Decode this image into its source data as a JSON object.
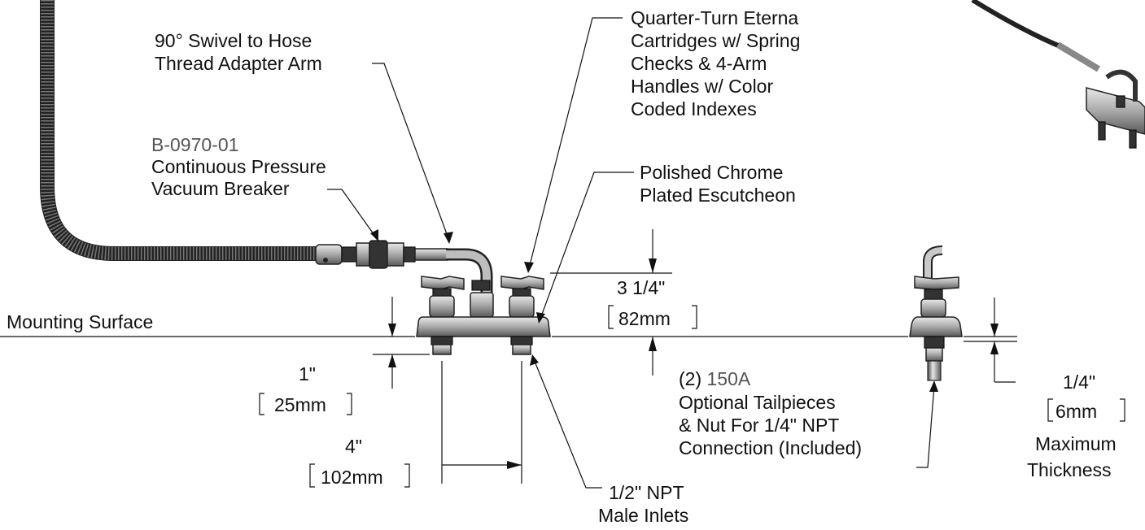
{
  "labels": {
    "swivel": [
      "90° Swivel to Hose",
      "Thread Adapter Arm"
    ],
    "vacuum_breaker_part": "B-0970-01",
    "vacuum_breaker": [
      "Continuous Pressure",
      "Vacuum Breaker"
    ],
    "cartridges": [
      "Quarter-Turn Eterna",
      "Cartridges w/ Spring",
      "Checks & 4-Arm",
      "Handles w/ Color",
      "Coded Indexes"
    ],
    "escutcheon": [
      "Polished Chrome",
      "Plated Escutcheon"
    ],
    "mounting_surface": "Mounting Surface",
    "height_in": "3 1/4\"",
    "height_mm": "82mm",
    "shank_in": "1\"",
    "shank_mm": "25mm",
    "centers_in": "4\"",
    "centers_mm": "102mm",
    "inlets": [
      "1/2\" NPT",
      "Male Inlets"
    ],
    "tailpieces_qty": "(2)",
    "tailpieces_part": "150A",
    "tailpieces": [
      "Optional Tailpieces",
      "& Nut For 1/4\" NPT",
      "Connection (Included)"
    ],
    "thickness_in": "1/4\"",
    "thickness_mm": "6mm",
    "thickness_note": [
      "Maximum",
      "Thickness"
    ]
  },
  "colors": {
    "ink": "#111111",
    "part_number_gray": "#555555"
  }
}
